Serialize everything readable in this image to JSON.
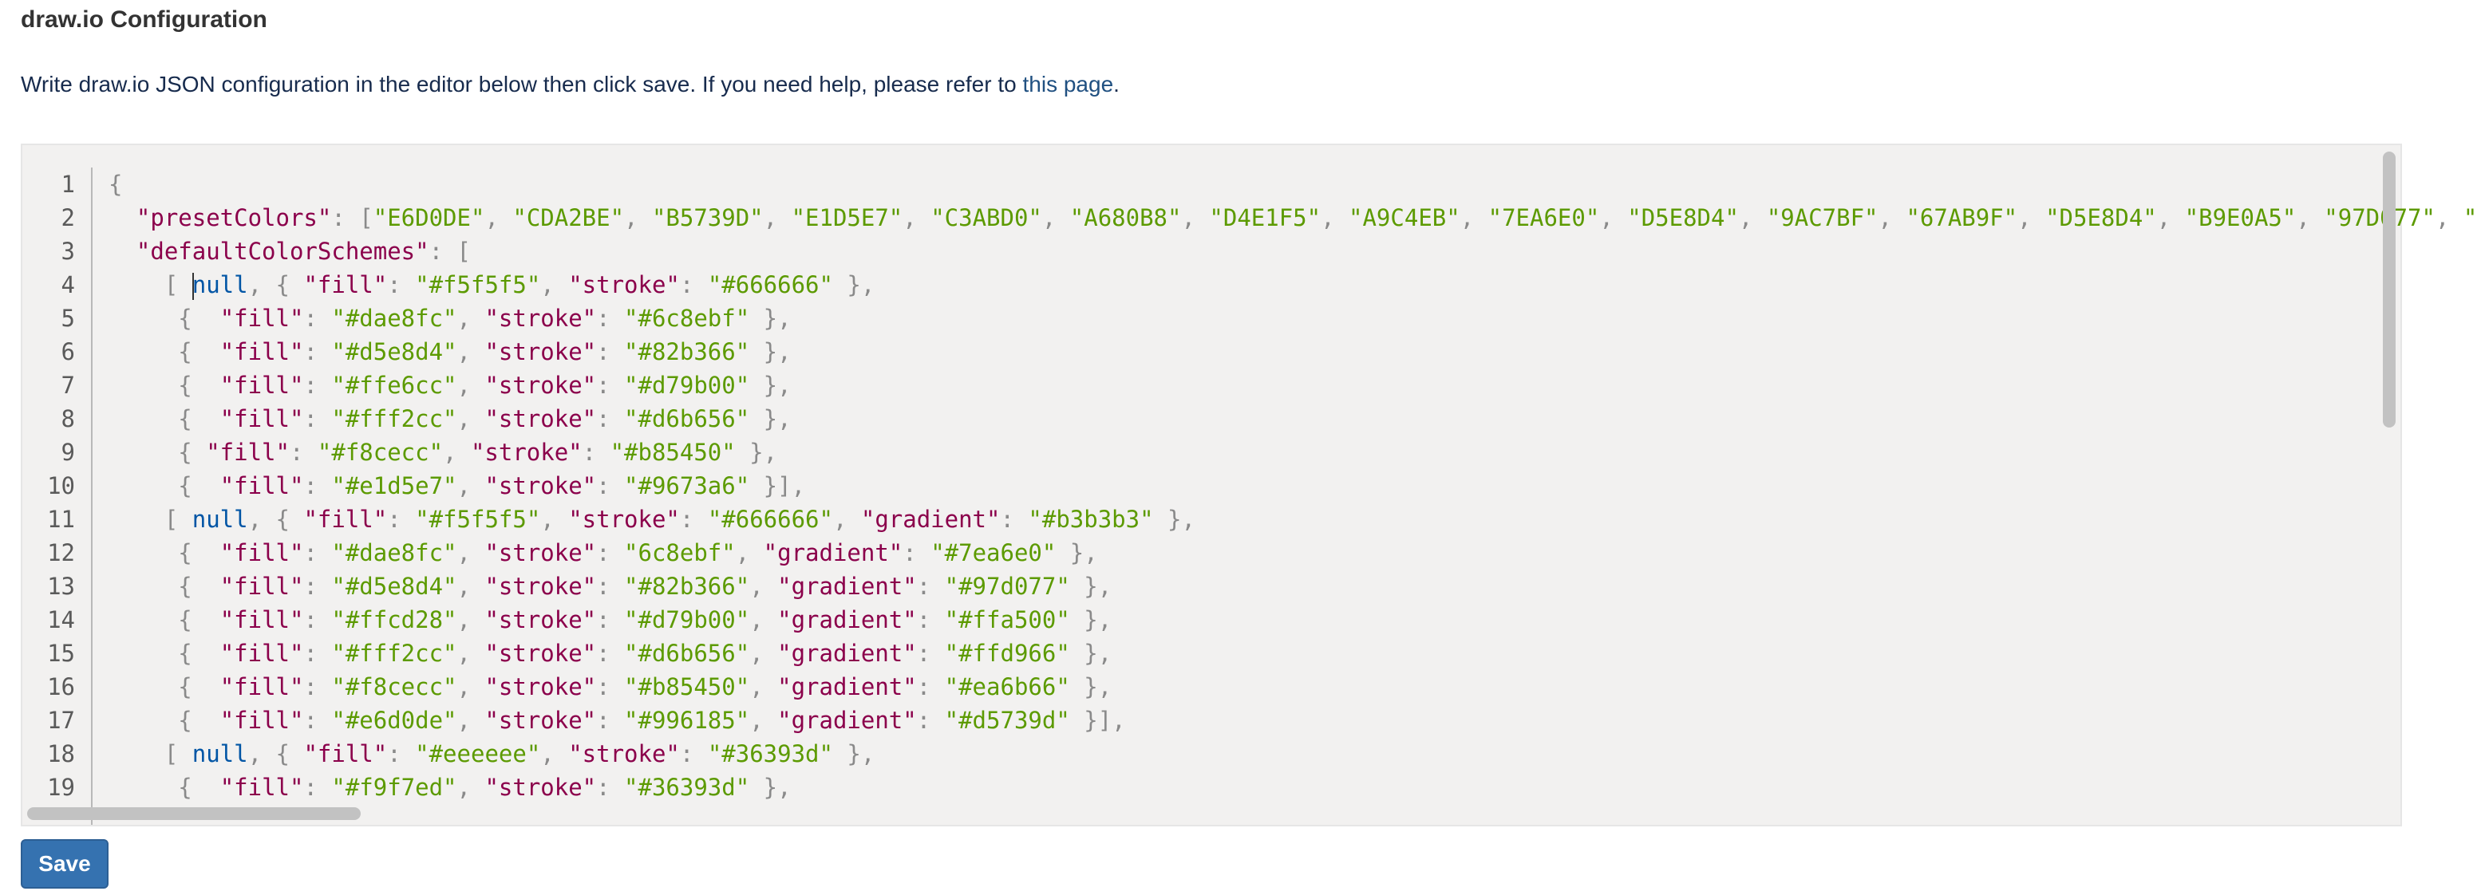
{
  "page": {
    "title": "draw.io Configuration",
    "description_prefix": "Write draw.io JSON configuration in the editor below then click save. If you need help, please refer to ",
    "help_link": "this page",
    "description_suffix": "."
  },
  "editor": {
    "line_numbers": [
      "1",
      "2",
      "3",
      "4",
      "5",
      "6",
      "7",
      "8",
      "9",
      "10",
      "11",
      "12",
      "13",
      "14",
      "15",
      "16",
      "17",
      "18",
      "19"
    ],
    "cursor_line": 4,
    "lines": [
      [
        [
          "p",
          "{"
        ]
      ],
      [
        [
          "p",
          "  "
        ],
        [
          "k",
          "\"presetColors\""
        ],
        [
          "p",
          ": ["
        ],
        [
          "s",
          "\"E6D0DE\""
        ],
        [
          "p",
          ", "
        ],
        [
          "s",
          "\"CDA2BE\""
        ],
        [
          "p",
          ", "
        ],
        [
          "s",
          "\"B5739D\""
        ],
        [
          "p",
          ", "
        ],
        [
          "s",
          "\"E1D5E7\""
        ],
        [
          "p",
          ", "
        ],
        [
          "s",
          "\"C3ABD0\""
        ],
        [
          "p",
          ", "
        ],
        [
          "s",
          "\"A680B8\""
        ],
        [
          "p",
          ", "
        ],
        [
          "s",
          "\"D4E1F5\""
        ],
        [
          "p",
          ", "
        ],
        [
          "s",
          "\"A9C4EB\""
        ],
        [
          "p",
          ", "
        ],
        [
          "s",
          "\"7EA6E0\""
        ],
        [
          "p",
          ", "
        ],
        [
          "s",
          "\"D5E8D4\""
        ],
        [
          "p",
          ", "
        ],
        [
          "s",
          "\"9AC7BF\""
        ],
        [
          "p",
          ", "
        ],
        [
          "s",
          "\"67AB9F\""
        ],
        [
          "p",
          ", "
        ],
        [
          "s",
          "\"D5E8D4\""
        ],
        [
          "p",
          ", "
        ],
        [
          "s",
          "\"B9E0A5\""
        ],
        [
          "p",
          ", "
        ],
        [
          "s",
          "\"97D077\""
        ],
        [
          "p",
          ", "
        ],
        [
          "s",
          "\""
        ]
      ],
      [
        [
          "p",
          "  "
        ],
        [
          "k",
          "\"defaultColorSchemes\""
        ],
        [
          "p",
          ": ["
        ]
      ],
      [
        [
          "p",
          "    [ "
        ],
        [
          "n",
          "null"
        ],
        [
          "p",
          ", { "
        ],
        [
          "k",
          "\"fill\""
        ],
        [
          "p",
          ": "
        ],
        [
          "s",
          "\"#f5f5f5\""
        ],
        [
          "p",
          ", "
        ],
        [
          "k",
          "\"stroke\""
        ],
        [
          "p",
          ": "
        ],
        [
          "s",
          "\"#666666\""
        ],
        [
          "p",
          " },"
        ]
      ],
      [
        [
          "p",
          "     {  "
        ],
        [
          "k",
          "\"fill\""
        ],
        [
          "p",
          ": "
        ],
        [
          "s",
          "\"#dae8fc\""
        ],
        [
          "p",
          ", "
        ],
        [
          "k",
          "\"stroke\""
        ],
        [
          "p",
          ": "
        ],
        [
          "s",
          "\"#6c8ebf\""
        ],
        [
          "p",
          " },"
        ]
      ],
      [
        [
          "p",
          "     {  "
        ],
        [
          "k",
          "\"fill\""
        ],
        [
          "p",
          ": "
        ],
        [
          "s",
          "\"#d5e8d4\""
        ],
        [
          "p",
          ", "
        ],
        [
          "k",
          "\"stroke\""
        ],
        [
          "p",
          ": "
        ],
        [
          "s",
          "\"#82b366\""
        ],
        [
          "p",
          " },"
        ]
      ],
      [
        [
          "p",
          "     {  "
        ],
        [
          "k",
          "\"fill\""
        ],
        [
          "p",
          ": "
        ],
        [
          "s",
          "\"#ffe6cc\""
        ],
        [
          "p",
          ", "
        ],
        [
          "k",
          "\"stroke\""
        ],
        [
          "p",
          ": "
        ],
        [
          "s",
          "\"#d79b00\""
        ],
        [
          "p",
          " },"
        ]
      ],
      [
        [
          "p",
          "     {  "
        ],
        [
          "k",
          "\"fill\""
        ],
        [
          "p",
          ": "
        ],
        [
          "s",
          "\"#fff2cc\""
        ],
        [
          "p",
          ", "
        ],
        [
          "k",
          "\"stroke\""
        ],
        [
          "p",
          ": "
        ],
        [
          "s",
          "\"#d6b656\""
        ],
        [
          "p",
          " },"
        ]
      ],
      [
        [
          "p",
          "     { "
        ],
        [
          "k",
          "\"fill\""
        ],
        [
          "p",
          ": "
        ],
        [
          "s",
          "\"#f8cecc\""
        ],
        [
          "p",
          ", "
        ],
        [
          "k",
          "\"stroke\""
        ],
        [
          "p",
          ": "
        ],
        [
          "s",
          "\"#b85450\""
        ],
        [
          "p",
          " },"
        ]
      ],
      [
        [
          "p",
          "     {  "
        ],
        [
          "k",
          "\"fill\""
        ],
        [
          "p",
          ": "
        ],
        [
          "s",
          "\"#e1d5e7\""
        ],
        [
          "p",
          ", "
        ],
        [
          "k",
          "\"stroke\""
        ],
        [
          "p",
          ": "
        ],
        [
          "s",
          "\"#9673a6\""
        ],
        [
          "p",
          " }],"
        ]
      ],
      [
        [
          "p",
          "    [ "
        ],
        [
          "n",
          "null"
        ],
        [
          "p",
          ", { "
        ],
        [
          "k",
          "\"fill\""
        ],
        [
          "p",
          ": "
        ],
        [
          "s",
          "\"#f5f5f5\""
        ],
        [
          "p",
          ", "
        ],
        [
          "k",
          "\"stroke\""
        ],
        [
          "p",
          ": "
        ],
        [
          "s",
          "\"#666666\""
        ],
        [
          "p",
          ", "
        ],
        [
          "k",
          "\"gradient\""
        ],
        [
          "p",
          ": "
        ],
        [
          "s",
          "\"#b3b3b3\""
        ],
        [
          "p",
          " },"
        ]
      ],
      [
        [
          "p",
          "     {  "
        ],
        [
          "k",
          "\"fill\""
        ],
        [
          "p",
          ": "
        ],
        [
          "s",
          "\"#dae8fc\""
        ],
        [
          "p",
          ", "
        ],
        [
          "k",
          "\"stroke\""
        ],
        [
          "p",
          ": "
        ],
        [
          "s",
          "\"6c8ebf\""
        ],
        [
          "p",
          ", "
        ],
        [
          "k",
          "\"gradient\""
        ],
        [
          "p",
          ": "
        ],
        [
          "s",
          "\"#7ea6e0\""
        ],
        [
          "p",
          " },"
        ]
      ],
      [
        [
          "p",
          "     {  "
        ],
        [
          "k",
          "\"fill\""
        ],
        [
          "p",
          ": "
        ],
        [
          "s",
          "\"#d5e8d4\""
        ],
        [
          "p",
          ", "
        ],
        [
          "k",
          "\"stroke\""
        ],
        [
          "p",
          ": "
        ],
        [
          "s",
          "\"#82b366\""
        ],
        [
          "p",
          ", "
        ],
        [
          "k",
          "\"gradient\""
        ],
        [
          "p",
          ": "
        ],
        [
          "s",
          "\"#97d077\""
        ],
        [
          "p",
          " },"
        ]
      ],
      [
        [
          "p",
          "     {  "
        ],
        [
          "k",
          "\"fill\""
        ],
        [
          "p",
          ": "
        ],
        [
          "s",
          "\"#ffcd28\""
        ],
        [
          "p",
          ", "
        ],
        [
          "k",
          "\"stroke\""
        ],
        [
          "p",
          ": "
        ],
        [
          "s",
          "\"#d79b00\""
        ],
        [
          "p",
          ", "
        ],
        [
          "k",
          "\"gradient\""
        ],
        [
          "p",
          ": "
        ],
        [
          "s",
          "\"#ffa500\""
        ],
        [
          "p",
          " },"
        ]
      ],
      [
        [
          "p",
          "     {  "
        ],
        [
          "k",
          "\"fill\""
        ],
        [
          "p",
          ": "
        ],
        [
          "s",
          "\"#fff2cc\""
        ],
        [
          "p",
          ", "
        ],
        [
          "k",
          "\"stroke\""
        ],
        [
          "p",
          ": "
        ],
        [
          "s",
          "\"#d6b656\""
        ],
        [
          "p",
          ", "
        ],
        [
          "k",
          "\"gradient\""
        ],
        [
          "p",
          ": "
        ],
        [
          "s",
          "\"#ffd966\""
        ],
        [
          "p",
          " },"
        ]
      ],
      [
        [
          "p",
          "     {  "
        ],
        [
          "k",
          "\"fill\""
        ],
        [
          "p",
          ": "
        ],
        [
          "s",
          "\"#f8cecc\""
        ],
        [
          "p",
          ", "
        ],
        [
          "k",
          "\"stroke\""
        ],
        [
          "p",
          ": "
        ],
        [
          "s",
          "\"#b85450\""
        ],
        [
          "p",
          ", "
        ],
        [
          "k",
          "\"gradient\""
        ],
        [
          "p",
          ": "
        ],
        [
          "s",
          "\"#ea6b66\""
        ],
        [
          "p",
          " },"
        ]
      ],
      [
        [
          "p",
          "     {  "
        ],
        [
          "k",
          "\"fill\""
        ],
        [
          "p",
          ": "
        ],
        [
          "s",
          "\"#e6d0de\""
        ],
        [
          "p",
          ", "
        ],
        [
          "k",
          "\"stroke\""
        ],
        [
          "p",
          ": "
        ],
        [
          "s",
          "\"#996185\""
        ],
        [
          "p",
          ", "
        ],
        [
          "k",
          "\"gradient\""
        ],
        [
          "p",
          ": "
        ],
        [
          "s",
          "\"#d5739d\""
        ],
        [
          "p",
          " }],"
        ]
      ],
      [
        [
          "p",
          "    [ "
        ],
        [
          "n",
          "null"
        ],
        [
          "p",
          ", { "
        ],
        [
          "k",
          "\"fill\""
        ],
        [
          "p",
          ": "
        ],
        [
          "s",
          "\"#eeeeee\""
        ],
        [
          "p",
          ", "
        ],
        [
          "k",
          "\"stroke\""
        ],
        [
          "p",
          ": "
        ],
        [
          "s",
          "\"#36393d\""
        ],
        [
          "p",
          " },"
        ]
      ],
      [
        [
          "p",
          "     {  "
        ],
        [
          "k",
          "\"fill\""
        ],
        [
          "p",
          ": "
        ],
        [
          "s",
          "\"#f9f7ed\""
        ],
        [
          "p",
          ", "
        ],
        [
          "k",
          "\"stroke\""
        ],
        [
          "p",
          ": "
        ],
        [
          "s",
          "\"#36393d\""
        ],
        [
          "p",
          " },"
        ]
      ]
    ]
  },
  "actions": {
    "save_label": "Save"
  },
  "colors": {
    "accent": "#3572b0",
    "link": "#205081",
    "editor_bg": "#f2f1f0"
  }
}
